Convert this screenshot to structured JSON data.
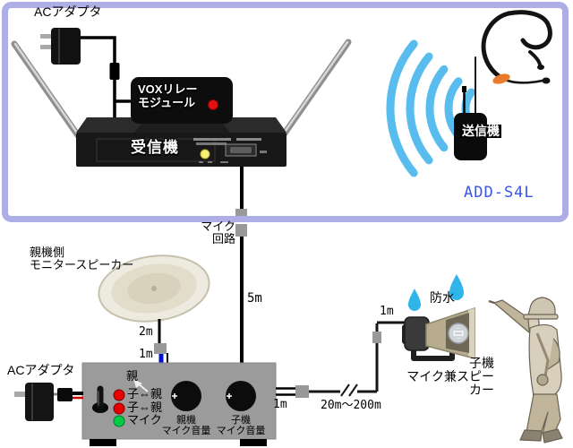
{
  "product": {
    "model_label": "ADD-S4L"
  },
  "top_section": {
    "ac_adapter_label": "ACアダプタ",
    "vox_module_label": "VOXリレー\nモジュール",
    "receiver_label": "受信機",
    "transmitter_label": "送信機"
  },
  "mid_section": {
    "mic_circuit_label": "マイク\n回路",
    "cable_5m_label": "5m",
    "monitor_speaker_label": "親機側\nモニタースピーカー",
    "cable_2m_label": "2m",
    "cable_1m_label": "1m"
  },
  "amp_box": {
    "ac_adapter_label": "ACアダプタ",
    "parent_pointer_label": "親",
    "led_rows": [
      {
        "label": "子⇔親",
        "color": "#e60000"
      },
      {
        "label": "子⇔親",
        "color": "#e60000"
      },
      {
        "label": "マイク",
        "color": "#00cc44"
      }
    ],
    "knob1_label": "親機\nマイク音量",
    "knob2_label": "子機\nマイク音量",
    "cable_1m_right_label": "1m",
    "cable_long_label": "20m〜200m"
  },
  "remote_unit": {
    "waterproof_label": "防水",
    "cable_1m_label": "1m",
    "unit_label": "子機\nマイク兼スピーカー"
  },
  "colors": {
    "frame_purple": "#aeaee6",
    "model_blue": "#3a56e8",
    "wave_blue": "#58bdee",
    "cable_blue": "#0013cc",
    "led_red": "#e60000",
    "led_green": "#00cc44",
    "led_yellow": "#f7ef77",
    "vox_led_red": "#e11111",
    "amp_gray": "#9b9b9b",
    "connector_gray": "#999999",
    "drop_blue": "#2fb5ea"
  }
}
